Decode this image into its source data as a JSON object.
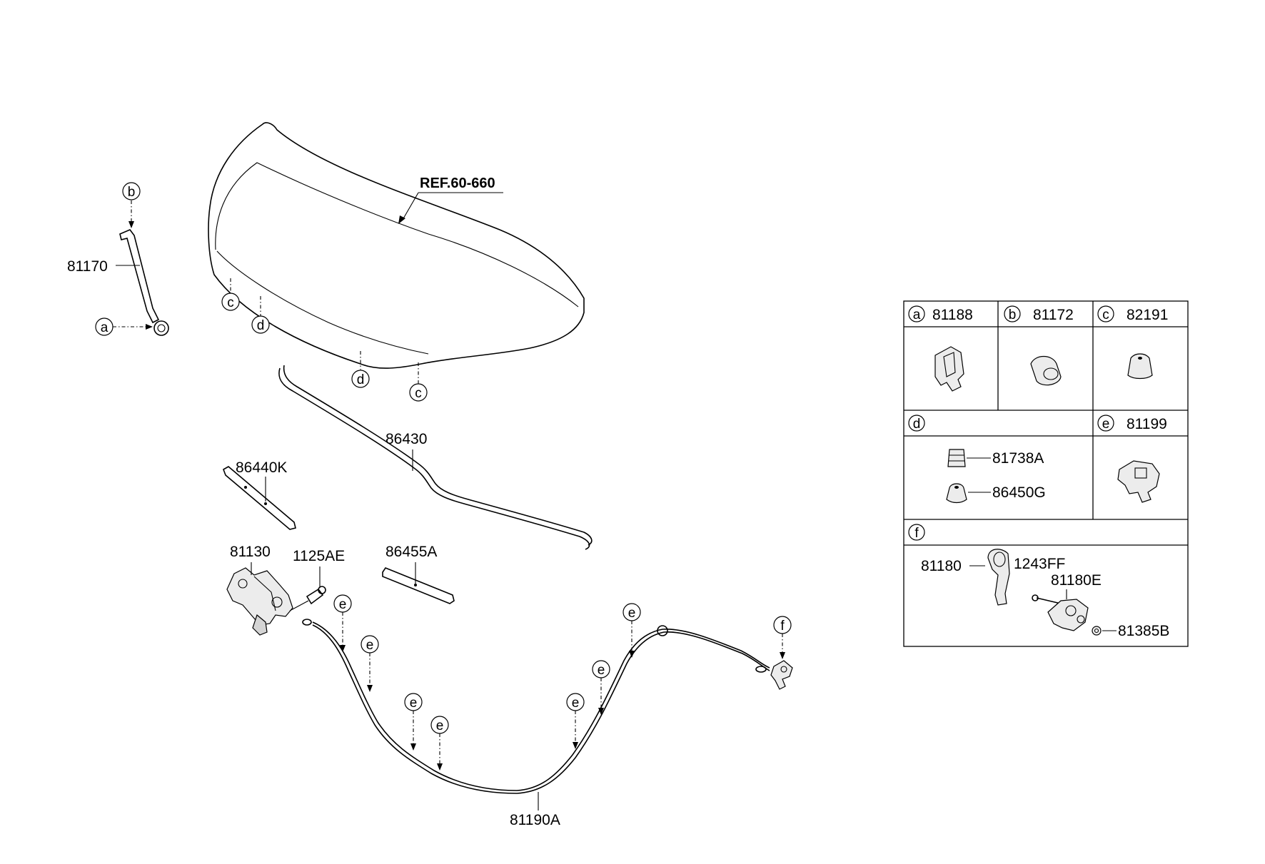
{
  "diagram": {
    "ref_label": "REF.60-660",
    "hood_callouts": [
      "c",
      "d",
      "d",
      "c"
    ],
    "stay_callouts": [
      "b",
      "a"
    ],
    "parts": {
      "p81170": "81170",
      "p86430": "86430",
      "p86440k": "86440K",
      "p81130": "81130",
      "p1125ae": "1125AE",
      "p86455a": "86455A",
      "p81190a": "81190A"
    },
    "cable_callouts": [
      "e",
      "e",
      "e",
      "e",
      "e",
      "e",
      "e"
    ],
    "release_callout": "f"
  },
  "legend": {
    "a_letter": "a",
    "a_part": "81188",
    "b_letter": "b",
    "b_part": "81172",
    "c_letter": "c",
    "c_part": "82191",
    "d_letter": "d",
    "d_parts": [
      "81738A",
      "86450G"
    ],
    "e_letter": "e",
    "e_part": "81199",
    "f_letter": "f",
    "f_parts": [
      "81180",
      "1243FF",
      "81180E",
      "81385B"
    ]
  }
}
